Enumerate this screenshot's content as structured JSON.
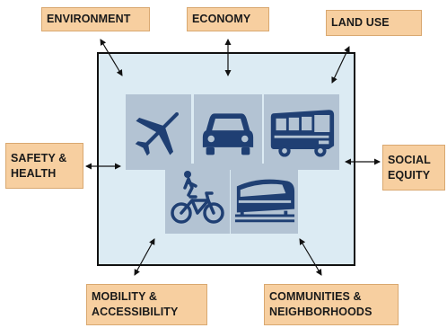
{
  "labels": {
    "environment": "ENVIRONMENT",
    "economy": "ECONOMY",
    "land_use": "LAND USE",
    "safety_health": "SAFETY &\nHEALTH",
    "social_equity": "SOCIAL\nEQUITY",
    "mobility": "MOBILITY &\nACCESSIBILITY",
    "communities": "COMMUNITIES &\nNEIGHBORHOODS"
  },
  "icons": [
    "airplane-icon",
    "car-icon",
    "bus-icon",
    "bicycle-pedestrian-icon",
    "train-icon"
  ],
  "colors": {
    "label_fill": "#f7cfa0",
    "frame_fill": "#dcebf3",
    "tile_fill": "#b3c3d3",
    "icon": "#1f3f73"
  }
}
